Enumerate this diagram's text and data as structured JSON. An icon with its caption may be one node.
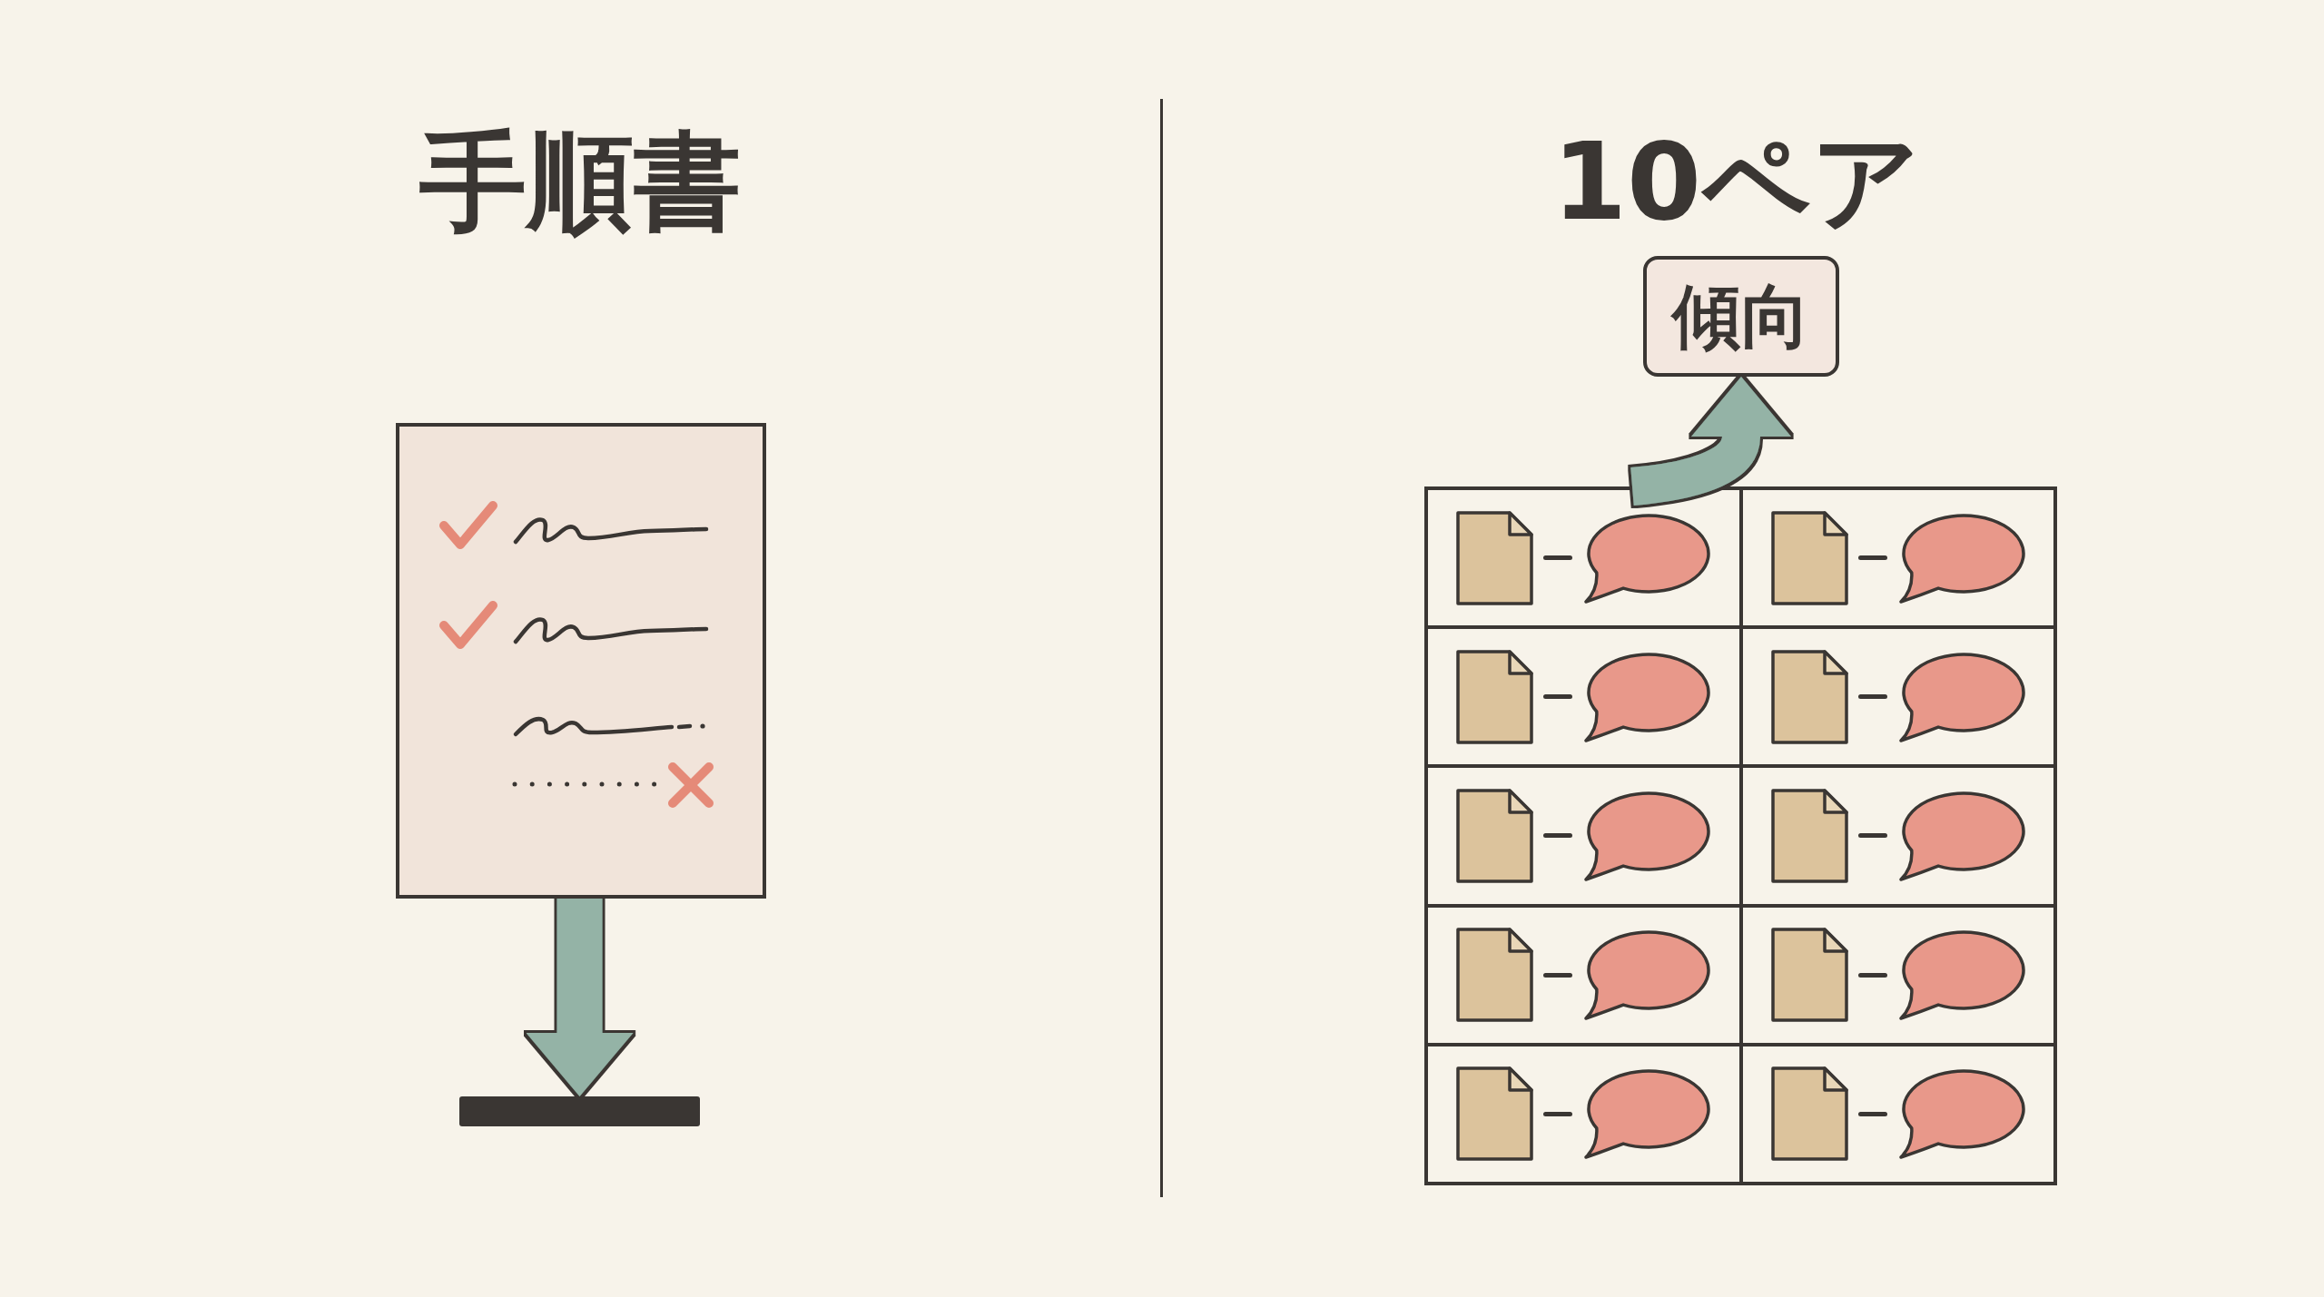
{
  "diagram": {
    "nodes": [
      {
        "text": [],
        "shape": "picture"
      },
      {
        "text": [],
        "shape": "bar"
      },
      {
        "text": [],
        "shape": "picture"
      },
      {
        "text": [
          "傾向"
        ]
      }
    ],
    "edges": [
      {
        "from": 0,
        "to": 1,
        "arrow": "to"
      },
      {
        "from": 2,
        "to": 3,
        "arrow": "to"
      }
    ],
    "labels": [
      "手順書",
      "10ペア"
    ]
  }
}
